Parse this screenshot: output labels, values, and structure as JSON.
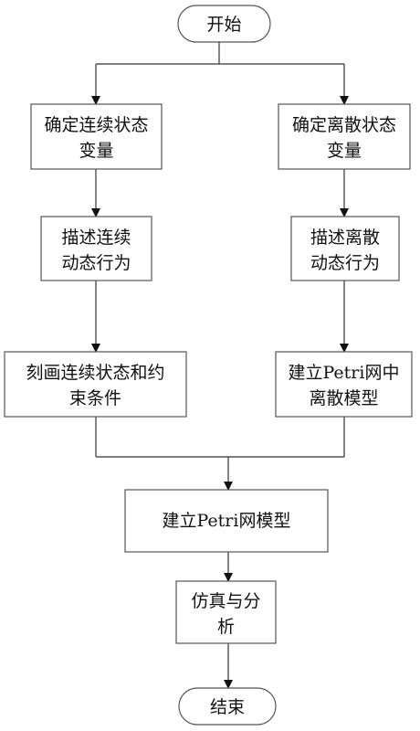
{
  "flowchart": {
    "start": "开始",
    "left_branch": {
      "step1": [
        "确定连续状态",
        "变量"
      ],
      "step2": [
        "描述连续",
        "动态行为"
      ],
      "step3": [
        "刻画连续状态和约",
        "束条件"
      ]
    },
    "right_branch": {
      "step1": [
        "确定离散状态",
        "变量"
      ],
      "step2": [
        "描述离散",
        "动态行为"
      ],
      "step3": [
        "建立Petri网中",
        "离散模型"
      ]
    },
    "merge": "建立Petri网模型",
    "simulate": [
      "仿真与分",
      "析"
    ],
    "end": "结束"
  }
}
